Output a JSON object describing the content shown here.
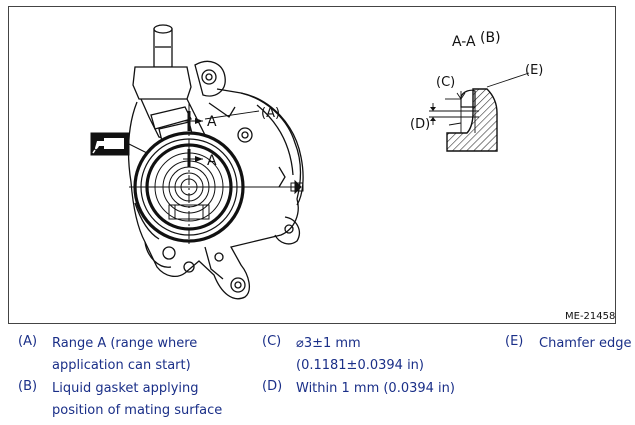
{
  "figure": {
    "section_title": "A-A",
    "section_ref": "(B)",
    "label_a": "(A)",
    "mark_a": "A",
    "label_c": "(C)",
    "label_d": "(D)",
    "label_e": "(E)",
    "figure_id": "ME-21458"
  },
  "legend": [
    {
      "key": "(A)",
      "lines": [
        "Range A (range where",
        "application can start)"
      ]
    },
    {
      "key": "(B)",
      "lines": [
        "Liquid gasket applying",
        "position of mating surface"
      ]
    },
    {
      "key": "(C)",
      "lines": [
        "⌀3±1 mm",
        "(0.1181±0.0394 in)"
      ]
    },
    {
      "key": "(D)",
      "lines": [
        "Within 1 mm (0.0394 in)"
      ]
    },
    {
      "key": "(E)",
      "lines": [
        "Chamfer edge"
      ]
    }
  ],
  "colors": {
    "legend_text": "#1a2f88",
    "line": "#111111",
    "hatch": "#333333"
  }
}
